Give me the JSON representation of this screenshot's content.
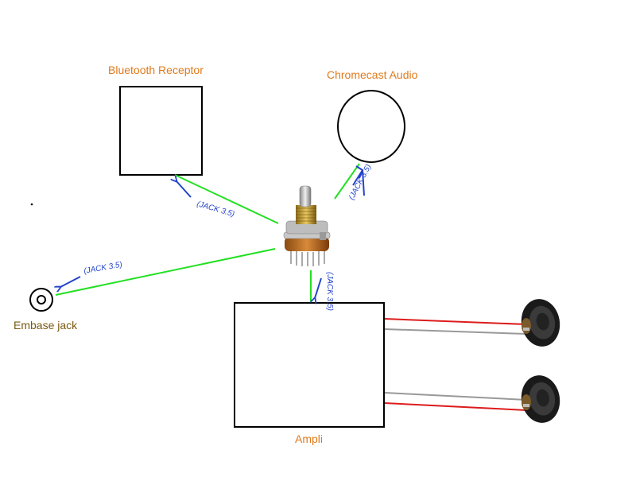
{
  "labels": {
    "bluetooth": "Bluetooth Receptor",
    "chromecast": "Chromecast Audio",
    "embase": "Embase jack",
    "ampli": "Ampli"
  },
  "jack_labels": {
    "bluetooth": "(JACK 3.5)",
    "chromecast": "(JACK 3.5)",
    "embase": "(JACK 3.5)",
    "ampli": "(JACK 3.5)"
  },
  "colors": {
    "outline": "#000000",
    "signal_wire": "#22e022",
    "jack_annotation": "#2244cc",
    "speaker_positive": "#dd1c1c",
    "speaker_negative": "#999999",
    "component_label": "#e07a1c",
    "embase_label": "#7a5a10"
  },
  "icons": {
    "selector": "rotary-selector-switch-icon",
    "speaker": "speaker-icon"
  }
}
